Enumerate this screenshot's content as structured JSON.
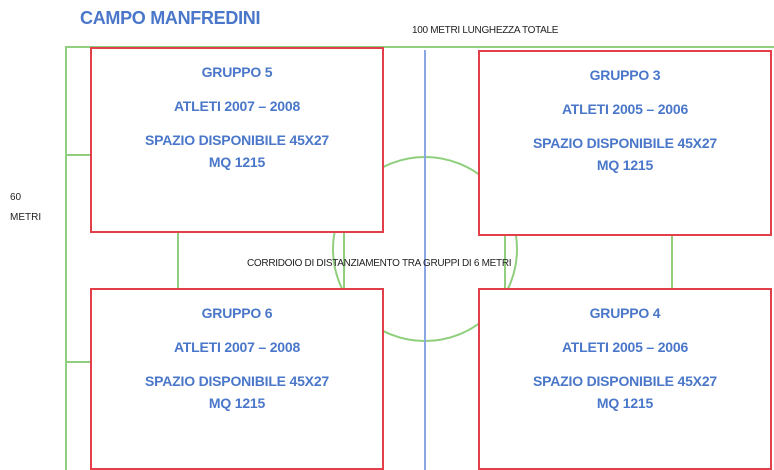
{
  "title": "CAMPO MANFREDINI",
  "length_label": "100 METRI LUNGHEZZA TOTALE",
  "width_label": [
    "60",
    "METRI"
  ],
  "corridor_label": "CORRIDOIO DI DISTANZIAMENTO TRA GRUPPI DI 6 METRI",
  "colors": {
    "field_lines": "#8fcf7d",
    "center_line": "#8aa7e3",
    "group_border": "#e33f4b",
    "text_blue": "#4a77c9"
  },
  "groups": [
    {
      "name": "GRUPPO 5",
      "athletes": "ATLETI 2007 – 2008",
      "space": "SPAZIO DISPONIBILE 45X27",
      "area": "MQ 1215"
    },
    {
      "name": "GRUPPO 3",
      "athletes": "ATLETI 2005 – 2006",
      "space": "SPAZIO DISPONIBILE 45X27",
      "area": "MQ 1215"
    },
    {
      "name": "GRUPPO 6",
      "athletes": "ATLETI 2007 – 2008",
      "space": "SPAZIO DISPONIBILE 45X27",
      "area": "MQ 1215"
    },
    {
      "name": "GRUPPO 4",
      "athletes": "ATLETI 2005 – 2006",
      "space": "SPAZIO DISPONIBILE 45X27",
      "area": "MQ 1215"
    }
  ]
}
